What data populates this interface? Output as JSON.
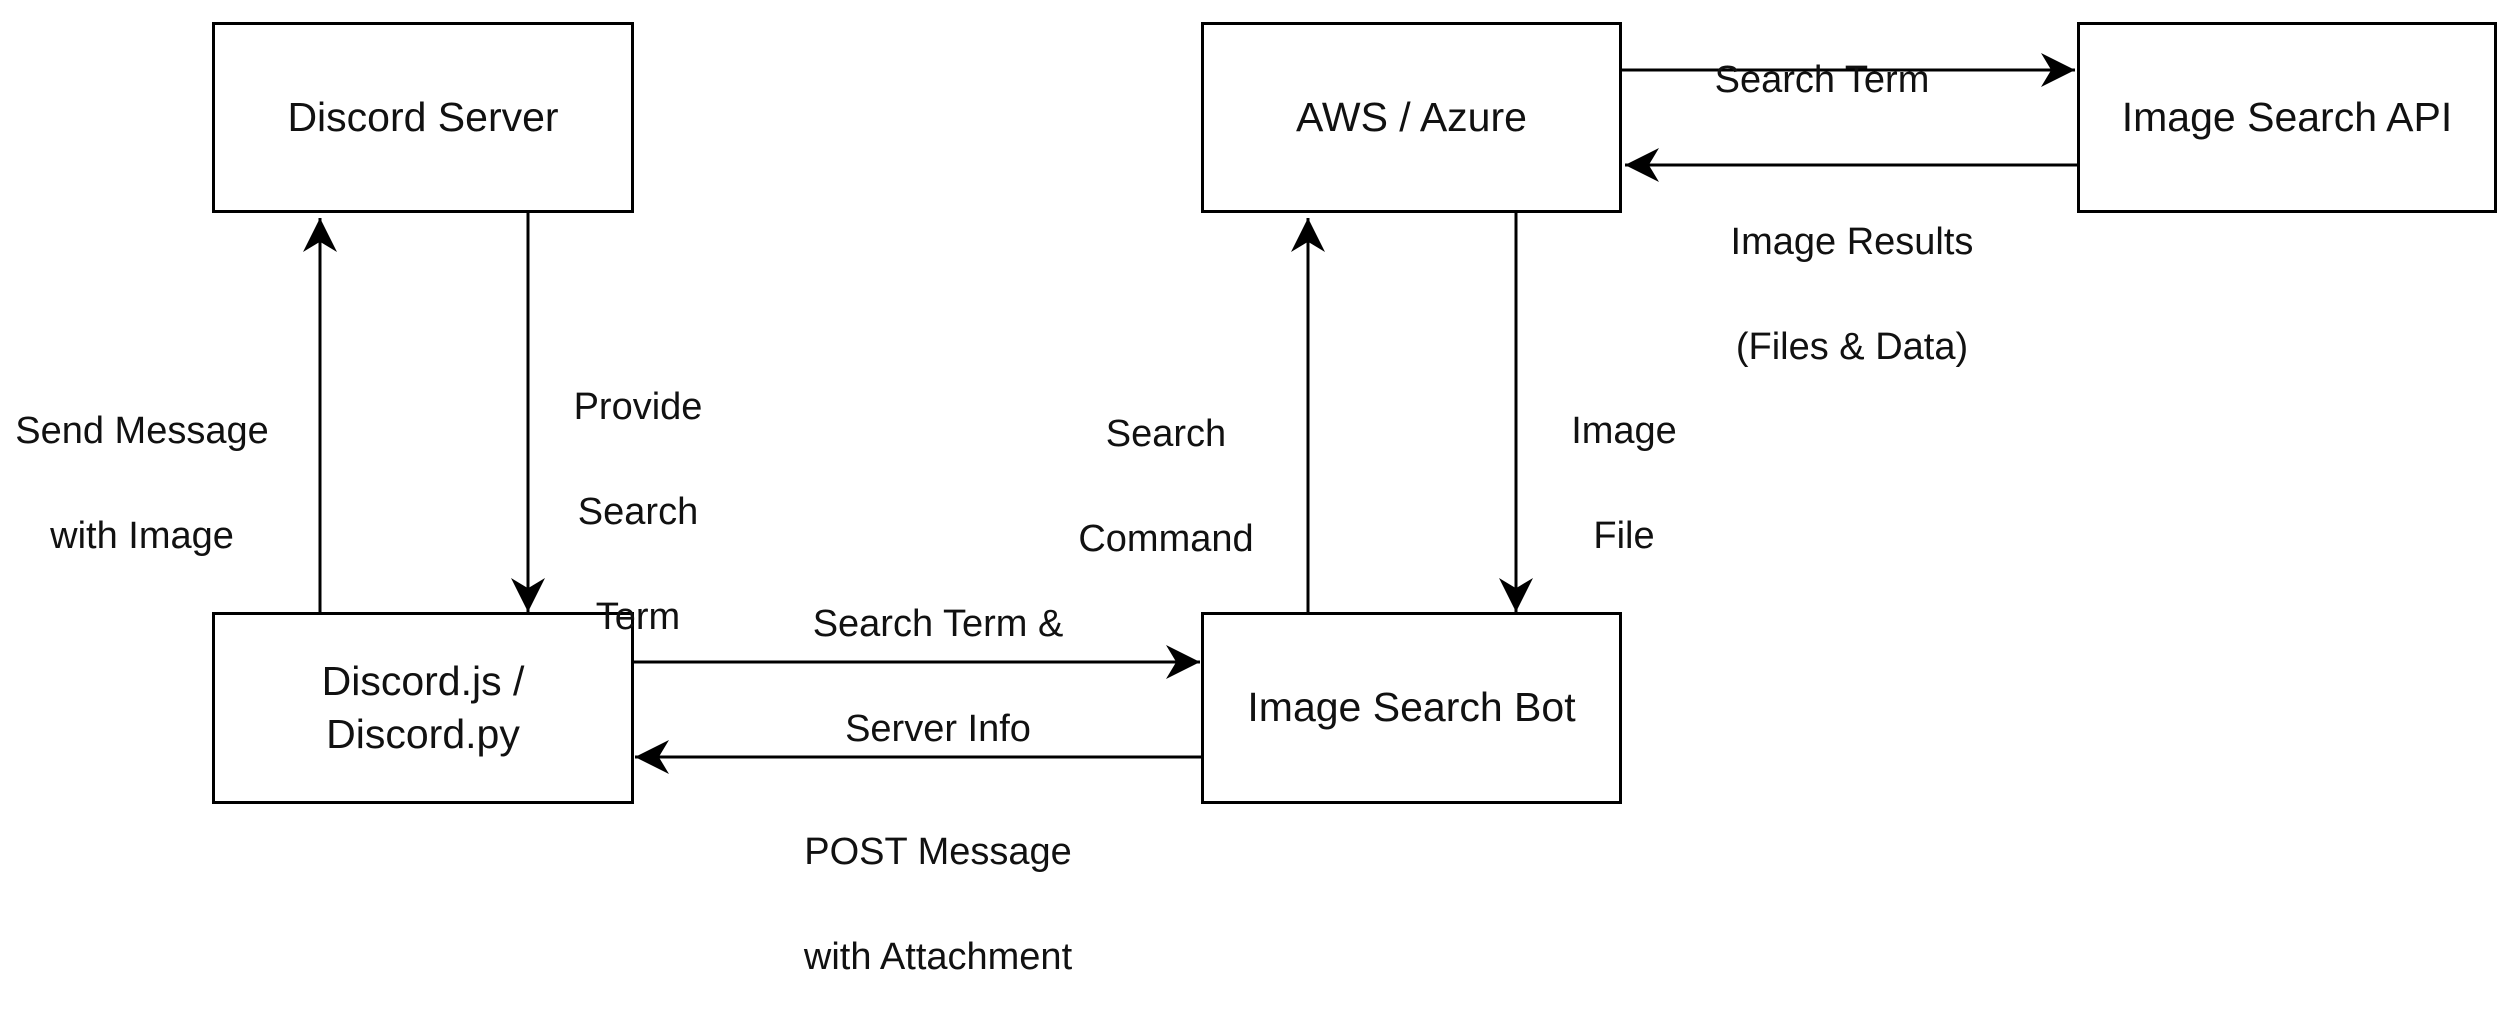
{
  "nodes": {
    "discord_server": "Discord Server",
    "aws_azure": "AWS / Azure",
    "image_search_api": "Image Search API",
    "discord_lib": [
      "Discord.js /",
      "Discord.py"
    ],
    "image_search_bot": "Image Search Bot"
  },
  "edges": {
    "send_message": [
      "Send Message",
      "with Image"
    ],
    "provide_search_term": [
      "Provide",
      "Search",
      "Term"
    ],
    "search_term_server_info": [
      "Search Term &",
      "Server Info"
    ],
    "post_message": [
      "POST Message",
      "with Attachment"
    ],
    "search_command": [
      "Search",
      "Command"
    ],
    "image_file": [
      "Image",
      "File"
    ],
    "search_term": "Search Term",
    "image_results": [
      "Image Results",
      "(Files & Data)"
    ]
  }
}
